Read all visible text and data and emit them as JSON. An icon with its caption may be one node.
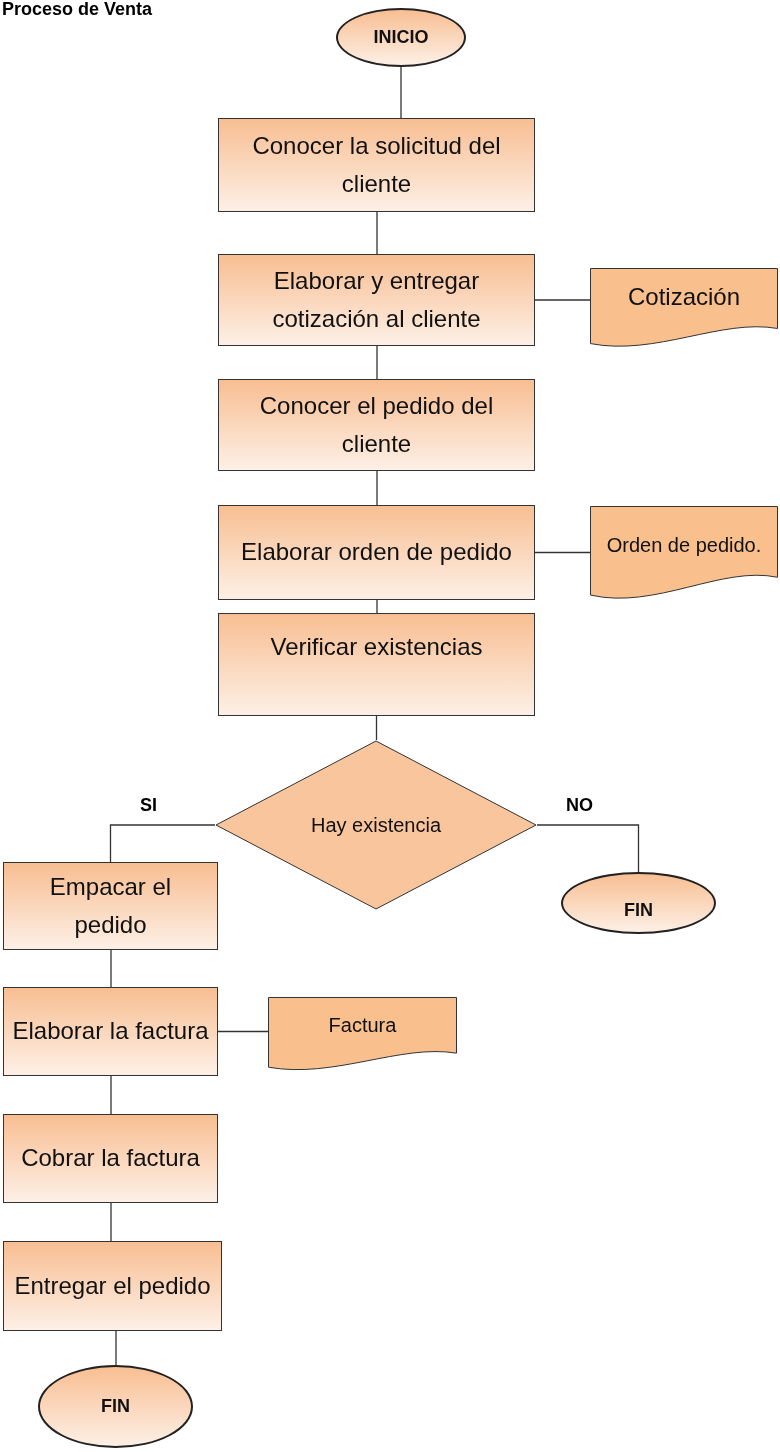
{
  "diagram": {
    "title": "Proceso de Venta",
    "nodes": [
      {
        "text": [
          "INICIO"
        ]
      },
      {
        "text": [
          "Conocer la solicitud del cliente"
        ]
      },
      {
        "text": [
          "Elaborar y entregar cotización al cliente"
        ]
      },
      {
        "text": [
          "Cotización"
        ]
      },
      {
        "text": [
          "Conocer el pedido del cliente"
        ]
      },
      {
        "text": [
          "Elaborar orden de pedido"
        ]
      },
      {
        "text": [
          "Orden de pedido."
        ]
      },
      {
        "text": [
          "Verificar existencias"
        ]
      },
      {
        "text": [
          "Hay existencia"
        ]
      },
      {
        "text": [
          "Empacar el pedido"
        ]
      },
      {
        "text": [
          "FIN"
        ]
      },
      {
        "text": [
          "Elaborar la factura"
        ]
      },
      {
        "text": [
          "Factura"
        ]
      },
      {
        "text": [
          "Cobrar la factura"
        ]
      },
      {
        "text": [
          "Entregar el pedido"
        ]
      },
      {
        "text": [
          "FIN"
        ]
      }
    ],
    "edges": [
      {
        "from": 0,
        "to": 1,
        "arrow": "none"
      },
      {
        "from": 1,
        "to": 2,
        "arrow": "none"
      },
      {
        "from": 2,
        "to": 3,
        "arrow": "none"
      },
      {
        "from": 2,
        "to": 4,
        "arrow": "none"
      },
      {
        "from": 4,
        "to": 5,
        "arrow": "none"
      },
      {
        "from": 5,
        "to": 6,
        "arrow": "none"
      },
      {
        "from": 5,
        "to": 7,
        "arrow": "none"
      },
      {
        "from": 7,
        "to": 8,
        "arrow": "none"
      },
      {
        "from": 8,
        "to": 9,
        "arrow": "none",
        "label": "SI"
      },
      {
        "from": 8,
        "to": 10,
        "arrow": "none",
        "label": "NO"
      },
      {
        "from": 9,
        "to": 11,
        "arrow": "none"
      },
      {
        "from": 11,
        "to": 12,
        "arrow": "none"
      },
      {
        "from": 11,
        "to": 13,
        "arrow": "none"
      },
      {
        "from": 13,
        "to": 14,
        "arrow": "none"
      },
      {
        "from": 14,
        "to": 15,
        "arrow": "none"
      }
    ]
  }
}
